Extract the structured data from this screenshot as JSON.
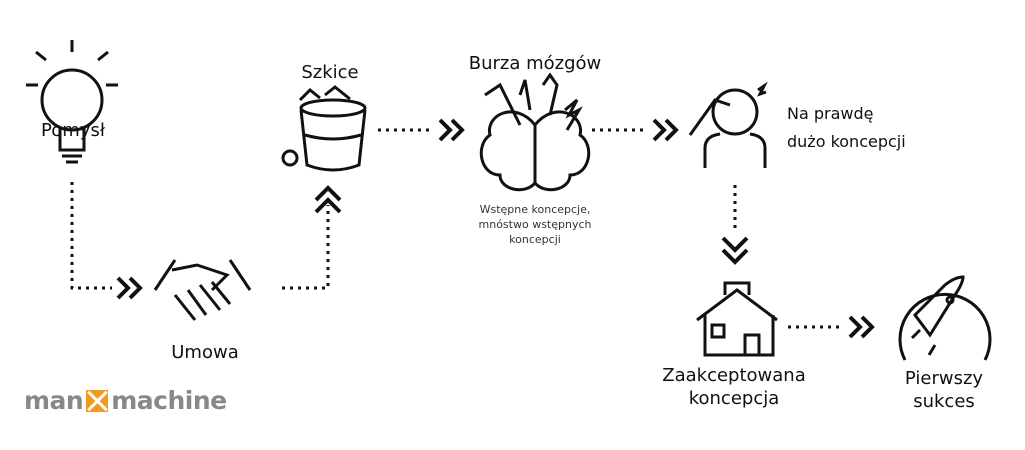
{
  "steps": {
    "idea": "Pomysł",
    "agreement": "Umowa",
    "sketches": "Szkice",
    "brainstorm": "Burza mózgów",
    "brainstorm_note": [
      "Wstępne koncepcje,",
      "mnóstwo wstępnych",
      "koncepcji"
    ],
    "many_concepts": [
      "Na prawdę",
      "dużo koncepcji"
    ],
    "accepted": [
      "Zaakceptowana",
      "koncepcja"
    ],
    "success": [
      "Pierwszy",
      "sukces"
    ]
  },
  "logo": {
    "left": "man",
    "right": "machine",
    "accent": "#f39a1e"
  }
}
